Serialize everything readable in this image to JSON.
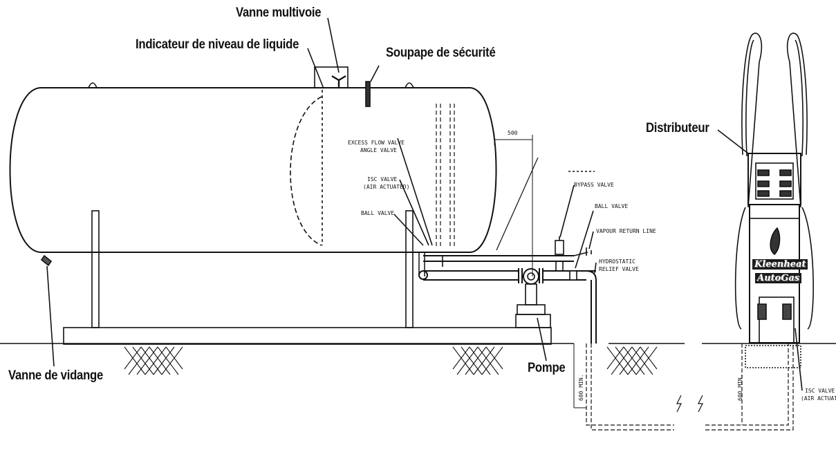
{
  "labels": {
    "vanne_multivoie": "Vanne multivoie",
    "indicateur_niveau": "Indicateur de niveau de liquide",
    "soupape_securite": "Soupape de sécurité",
    "distributeur": "Distributeur",
    "vanne_vidange": "Vanne de vidange",
    "pompe": "Pompe"
  },
  "small_labels": {
    "excess_flow_valve": "EXCESS FLOW VALVE",
    "angle_valve": "ANGLE VALVE",
    "isc_valve_1": "ISC VALVE",
    "air_actuated_1": "(AIR ACTUATED)",
    "ball_valve_1": "BALL VALVE",
    "bypass_valve": "BYPASS VALVE",
    "ball_valve_2": "BALL VALVE",
    "vapour_return_line": "VAPOUR RETURN LINE",
    "hydrostatic": "HYDROSTATIC",
    "relief_valve": "RELIEF VALVE",
    "isc_valve_2": "ISC VALVE",
    "air_actuated_2": "(AIR ACTUATED)"
  },
  "dimensions": {
    "width_500": "500",
    "depth_left": "600 MIN.",
    "depth_right": "600 MIN."
  },
  "brand": {
    "line1": "Kleenheat",
    "line2": "AutoGas"
  }
}
